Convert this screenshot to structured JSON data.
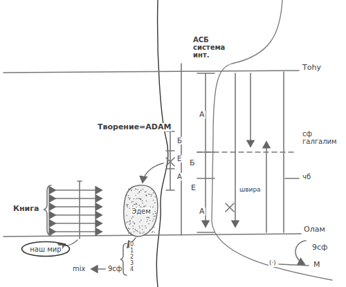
{
  "diagram": {
    "nodes": [
      {
        "text": [
          "наш мир"
        ]
      },
      {
        "text": [
          "Эдем"
        ]
      }
    ],
    "labels": [
      "АСБ система инт.",
      "Тоhу",
      "сф галгалим",
      "чб",
      "Олам",
      "Творение=ADAM",
      "Б",
      "Е",
      "А",
      "А",
      "Б",
      "Е",
      "А",
      "швира",
      "Книга",
      "mix",
      "9сф",
      "0",
      "1",
      "2",
      "3",
      "4",
      "9сф",
      "М",
      "(·)"
    ]
  }
}
